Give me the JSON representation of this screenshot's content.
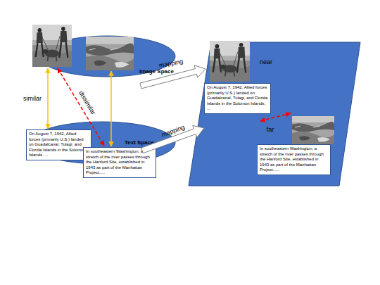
{
  "diagram": {
    "nodes": [
      {
        "text": [
          "Image Space"
        ]
      },
      {
        "text": [
          "Text Space"
        ]
      },
      {
        "text": [
          "On August 7, 1942, Allied forces (primarily U.S.) landed on Guadalcanal, Tulagi, and Florida Islands in the Solomon Islands. ..."
        ],
        "in": 1
      },
      {
        "text": [
          "In southeastern Washington, a stretch of the river passes through the Hanford Site, established in 1943 as part of the Manhattan Project....."
        ],
        "in": 1
      },
      {
        "text": [
          "On August 7, 1942, Allied forces (primarily U.S.) landed on Guadalcanal, Tulagi, and Florida Islands in the Solomon Islands. ..."
        ]
      },
      {
        "text": [
          "In southeastern Washington, a stretch of the river passes through the Hanford Site, established in 1943 as part of the Manhattan Project....."
        ]
      }
    ],
    "labels": [
      "similar",
      "dissimilar",
      "mapping",
      "mapping",
      "near",
      "far"
    ]
  }
}
